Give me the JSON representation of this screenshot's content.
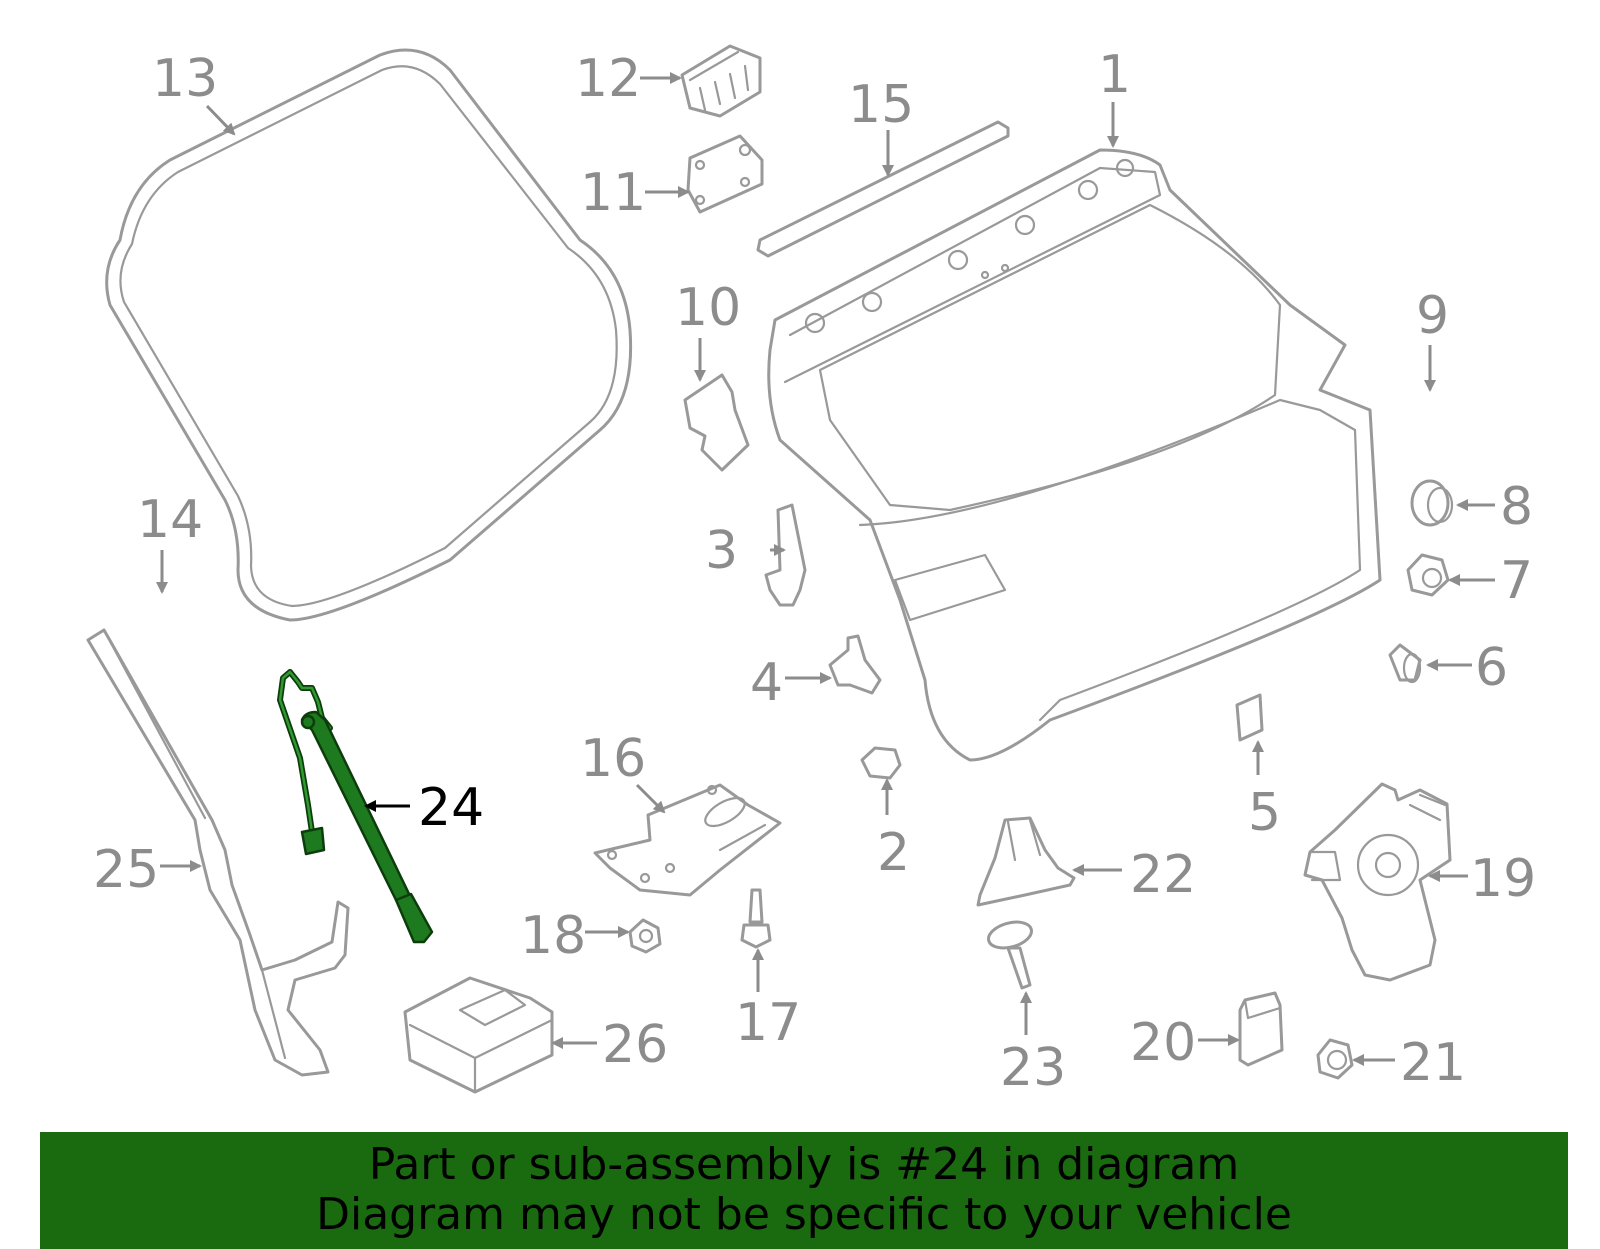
{
  "diagram": {
    "highlighted_part": "24",
    "highlight_color": "#1e7a1e",
    "part_color": "#999999",
    "labels": {
      "p1": "1",
      "p2": "2",
      "p3": "3",
      "p4": "4",
      "p5": "5",
      "p6": "6",
      "p7": "7",
      "p8": "8",
      "p9": "9",
      "p10": "10",
      "p11": "11",
      "p12": "12",
      "p13": "13",
      "p14": "14",
      "p15": "15",
      "p16": "16",
      "p17": "17",
      "p18": "18",
      "p19": "19",
      "p20": "20",
      "p21": "21",
      "p22": "22",
      "p23": "23",
      "p24": "24",
      "p25": "25",
      "p26": "26"
    }
  },
  "banner": {
    "line1": "Part or sub-assembly is #24 in diagram",
    "line2": "Diagram may not be specific to your vehicle",
    "background": "#1a6b10"
  }
}
